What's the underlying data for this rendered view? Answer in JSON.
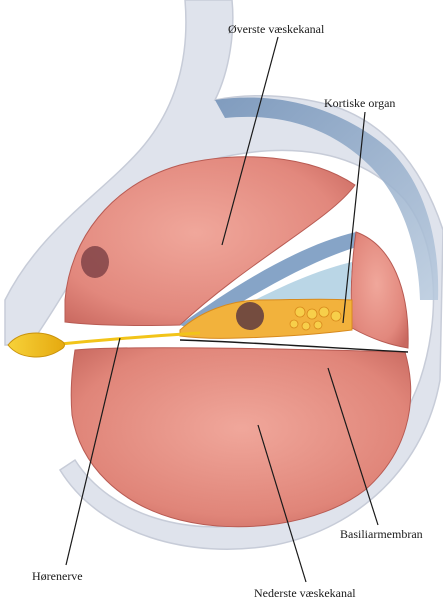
{
  "labels": {
    "upper_canal": "Øverste væskekanal",
    "organ_of_corti": "Kortiske organ",
    "basilar_membrane": "Basiliarmembran",
    "auditory_nerve": "Hørenerve",
    "lower_canal": "Nederste væskekanal"
  },
  "colors": {
    "canal_fill": "#e58e83",
    "canal_shadow": "#c9685f",
    "bone": "#dfe3ec",
    "membrane_blue": "#8fa9c8",
    "nerve_yellow": "#f2c419",
    "organ_orange": "#f0a13a",
    "leader_line": "#1a1a1a"
  }
}
